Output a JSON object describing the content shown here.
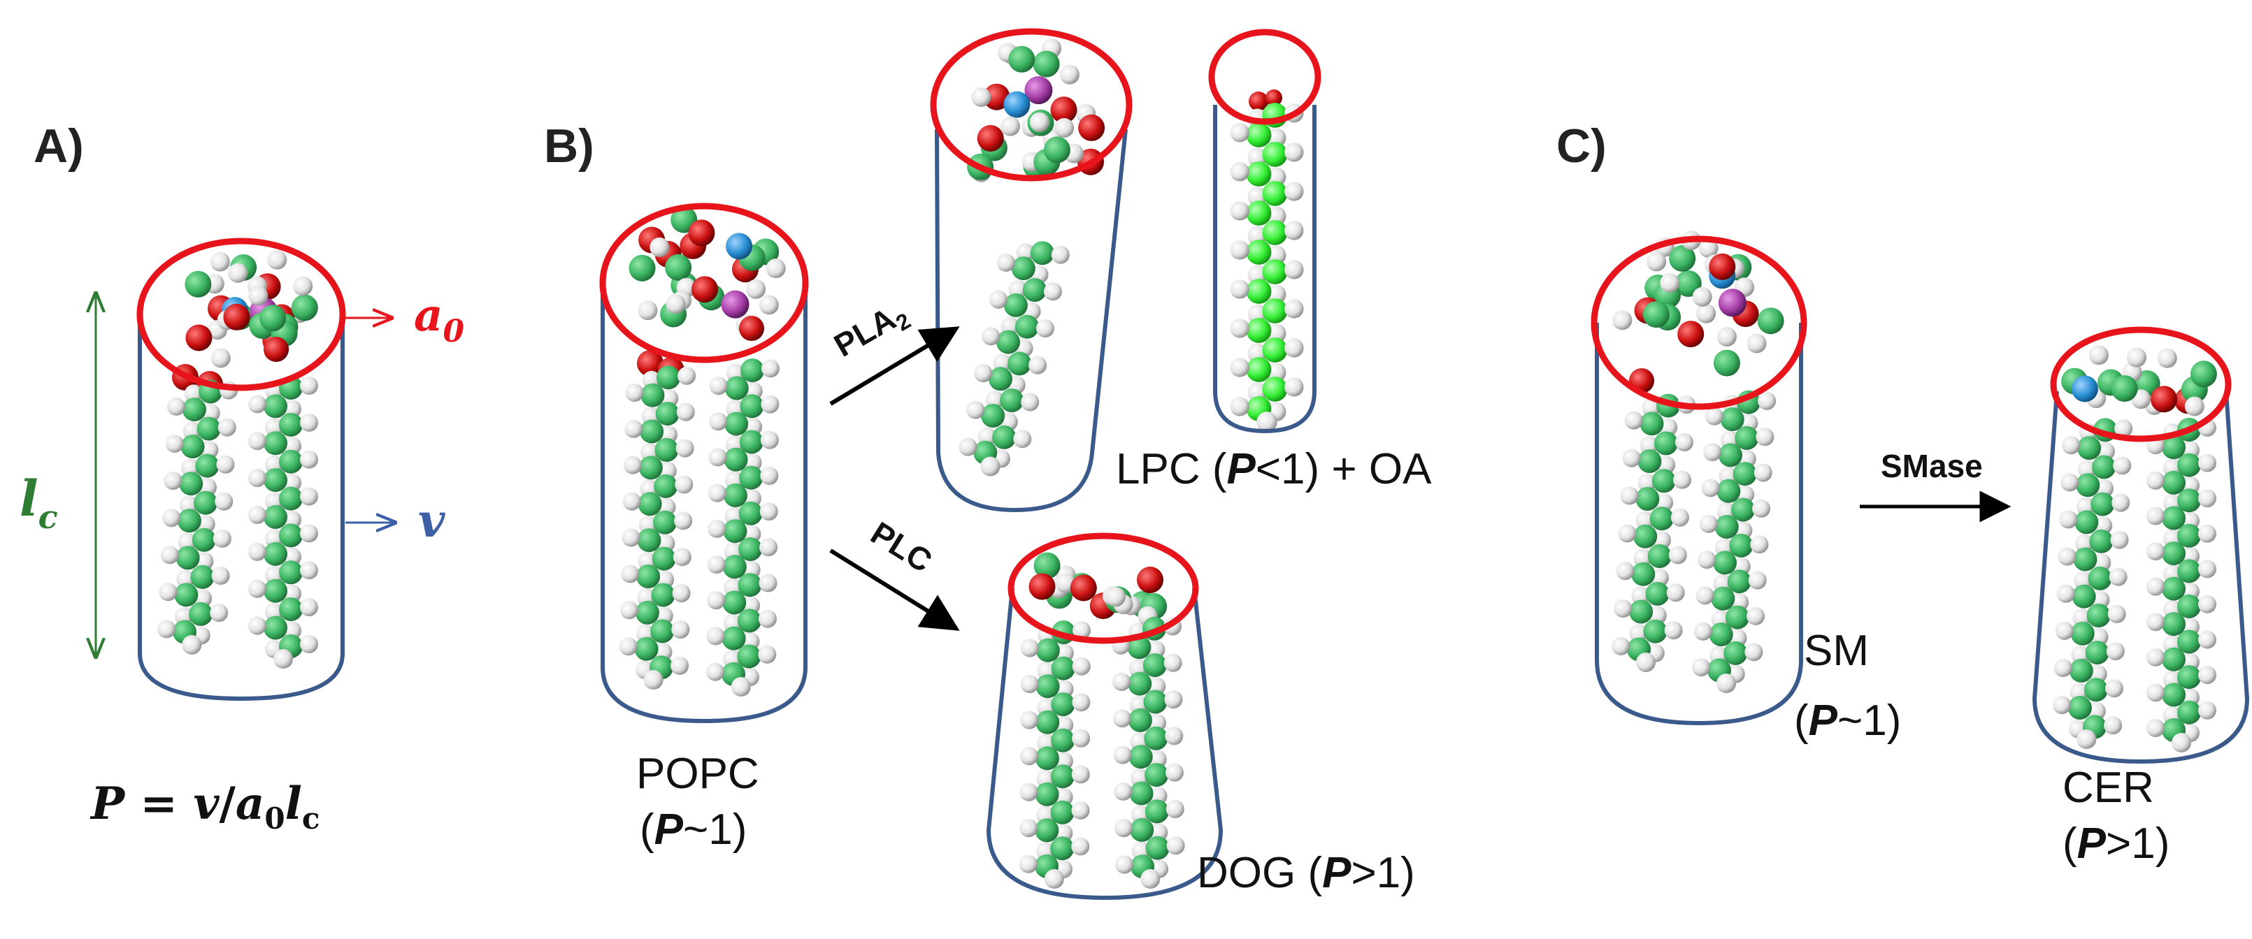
{
  "panels": {
    "a": {
      "label": "A)"
    },
    "b": {
      "label": "B)"
    },
    "c": {
      "label": "C)"
    }
  },
  "symbols": {
    "a0": {
      "base": "a",
      "sub": "0"
    },
    "v": "v",
    "lc": {
      "base": "l",
      "sub": "c"
    }
  },
  "equation": {
    "lhs": "P",
    "eq": " = ",
    "v": "v",
    "slash": "/",
    "a": "a",
    "a_sub": "0",
    "l": "l",
    "l_sub": "c"
  },
  "molecules": {
    "popc": {
      "name": "POPC",
      "p_open": "(",
      "p": "P",
      "rel": "~1",
      "p_close": ")"
    },
    "lpc": {
      "name": "LPC (",
      "p": "P",
      "rel": "<1) + OA"
    },
    "dog": {
      "name": "DOG (",
      "p": "P",
      "rel": ">1)"
    },
    "sm": {
      "name": "SM",
      "p_open": "(",
      "p": "P",
      "rel": "~1",
      "p_close": ")"
    },
    "cer": {
      "name": "CER",
      "p_open": "(",
      "p": "P",
      "rel": ">1",
      "p_close": ")"
    }
  },
  "enzymes": {
    "pla2": {
      "base": "PLA",
      "sub": "2"
    },
    "plc": "PLC",
    "smase": "SMase"
  },
  "colors": {
    "outline": "#3a5a8c",
    "headgroup_ring": "#e8141c",
    "lc_green": "#2e7d32",
    "v_blue": "#3d5fa8",
    "carbon": "#3bb562",
    "hydrogen": "#e6e6e6",
    "oxygen": "#d11a1a",
    "phosphorus": "#a63ea8",
    "nitrogen": "#2a8fd4",
    "bright_chain": "#33ee33"
  }
}
